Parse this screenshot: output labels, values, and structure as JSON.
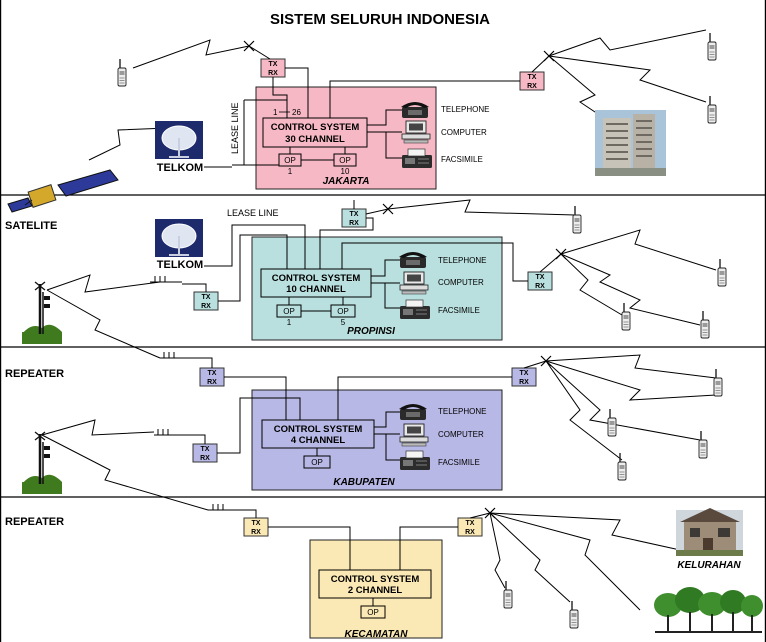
{
  "title": "SISTEM SELURUH INDONESIA",
  "colors": {
    "jakarta": "#f5b8c4",
    "propinsi": "#b9e0df",
    "kabupaten": "#b8b8e6",
    "kecamatan": "#fbe9b5",
    "txrx_pink": "#f5b8c4",
    "txrx_teal": "#b9e0df",
    "txrx_blue": "#b8b8e6",
    "txrx_yellow": "#fbe9b5"
  },
  "labels": {
    "telkom": "TELKOM",
    "satelite": "SATELITE",
    "repeater": "REPEATER",
    "lease_line": "LEASE LINE",
    "tx": "TX",
    "rx": "RX",
    "op": "OP",
    "kelurahan": "KELURAHAN"
  },
  "devices": {
    "telephone": "TELEPHONE",
    "computer": "COMPUTER",
    "facsimile": "FACSIMILE"
  },
  "sections": {
    "jakarta": {
      "region": "JAKARTA",
      "cs_line1": "CONTROL SYSTEM",
      "cs_line2": "30 CHANNEL",
      "channel_range_start": "1",
      "channel_range_end": "26",
      "op_left_num": "1",
      "op_right_num": "10"
    },
    "propinsi": {
      "region": "PROPINSI",
      "cs_line1": "CONTROL SYSTEM",
      "cs_line2": "10 CHANNEL",
      "op_left_num": "1",
      "op_right_num": "5"
    },
    "kabupaten": {
      "region": "KABUPATEN",
      "cs_line1": "CONTROL SYSTEM",
      "cs_line2": "4 CHANNEL"
    },
    "kecamatan": {
      "region": "KECAMATAN",
      "cs_line1": "CONTROL SYSTEM",
      "cs_line2": "2 CHANNEL"
    }
  }
}
